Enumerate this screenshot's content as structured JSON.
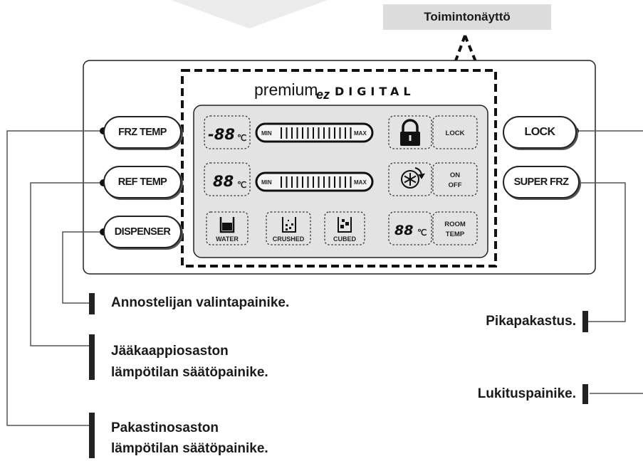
{
  "header": {
    "title": "Toimintonäyttö"
  },
  "panel": {
    "brand_prefix": "premium",
    "brand_ez": "ez",
    "brand_suffix": "DIGITAL"
  },
  "buttons": {
    "frz_temp": "FRZ TEMP",
    "ref_temp": "REF TEMP",
    "dispenser": "DISPENSER",
    "lock": "LOCK",
    "super_frz": "SUPER FRZ"
  },
  "display": {
    "frz_digits": "-88",
    "ref_digits": "88",
    "room_digits": "88",
    "unit": "℃",
    "min": "MIN",
    "max": "MAX",
    "lock": "LOCK",
    "on": "ON",
    "off": "OFF",
    "room": "ROOM",
    "temp": "TEMP",
    "water": "WATER",
    "crushed": "CRUSHED",
    "cubed": "CUBED"
  },
  "callouts": {
    "dispenser_select": "Annostelijan valintapainike.",
    "ref_temp_line1": "Jääkaappiosaston",
    "ref_temp_line2": "lämpötilan säätöpainike.",
    "frz_temp_line1": "Pakastinosaston",
    "frz_temp_line2": "lämpötilan säätöpainike.",
    "super_frz": "Pikapakastus.",
    "lock": "Lukituspainike."
  },
  "icons": [
    "lock-icon",
    "snowflake-icon",
    "water-glass-icon",
    "crushed-ice-icon",
    "cubed-ice-icon"
  ]
}
